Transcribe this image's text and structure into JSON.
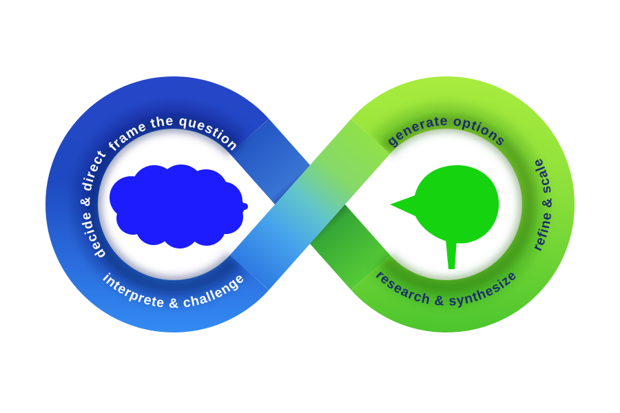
{
  "diagram": {
    "type": "infinity-loop",
    "background_color": "#ffffff",
    "left_loop": {
      "theme": "blue",
      "text_color": "#ffffff",
      "ring_color_top": "#2545c8",
      "ring_color_bottom": "#338bf2",
      "blob_color": "#1c1cfe",
      "labels": {
        "top": "frame the question",
        "side": "decide & direct",
        "bottom": "interprete & challenge"
      }
    },
    "right_loop": {
      "theme": "green",
      "text_color": "#1b2d6e",
      "ring_color_top": "#a8ec3e",
      "ring_color_bottom": "#4cc52e",
      "blob_color": "#15d40f",
      "labels": {
        "top": "generate options",
        "side": "refine & scale",
        "bottom": "research & synthesize"
      }
    }
  }
}
